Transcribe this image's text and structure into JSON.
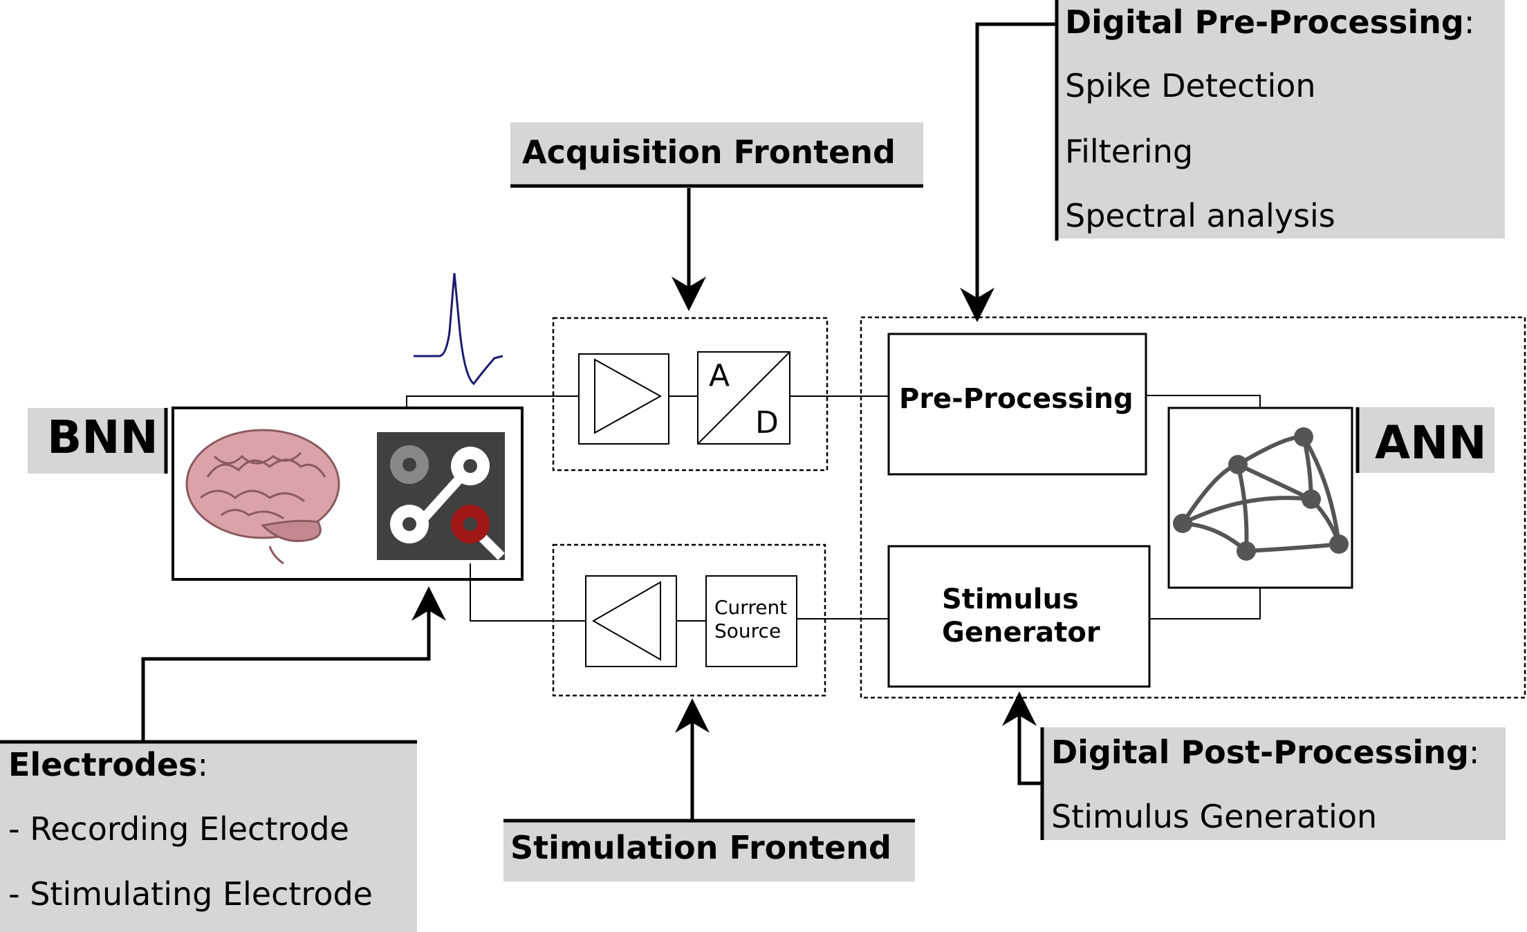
{
  "bnn": {
    "label": "BNN"
  },
  "ann": {
    "label": "ANN"
  },
  "acquisition": {
    "title": "Acquisition Frontend"
  },
  "stimulation": {
    "title": "Stimulation Frontend"
  },
  "adc": {
    "a": "A",
    "d": "D"
  },
  "current_source": {
    "line1": "Current",
    "line2": "Source"
  },
  "pre_processing": {
    "label": "Pre-Processing"
  },
  "stimulus_generator": {
    "line1": "Stimulus",
    "line2": "Generator"
  },
  "digital_pre": {
    "title": "Digital Pre-Processing",
    "colon": ":",
    "items": [
      "Spike Detection",
      "Filtering",
      "Spectral analysis"
    ]
  },
  "digital_post": {
    "title": "Digital Post-Processing",
    "colon": ":",
    "items": [
      "Stimulus Generation"
    ]
  },
  "electrodes": {
    "title": "Electrodes",
    "colon": ":",
    "items": [
      "- Recording Electrode",
      "- Stimulating Electrode"
    ]
  },
  "colors": {
    "label_bg": "#d6d6d6",
    "spike": "#1a1a6e",
    "brain": "#d9a3a8",
    "brain_dark": "#8a5a60",
    "electrode_bg": "#404040",
    "electrode_red": "#a01818",
    "network": "#555555"
  }
}
